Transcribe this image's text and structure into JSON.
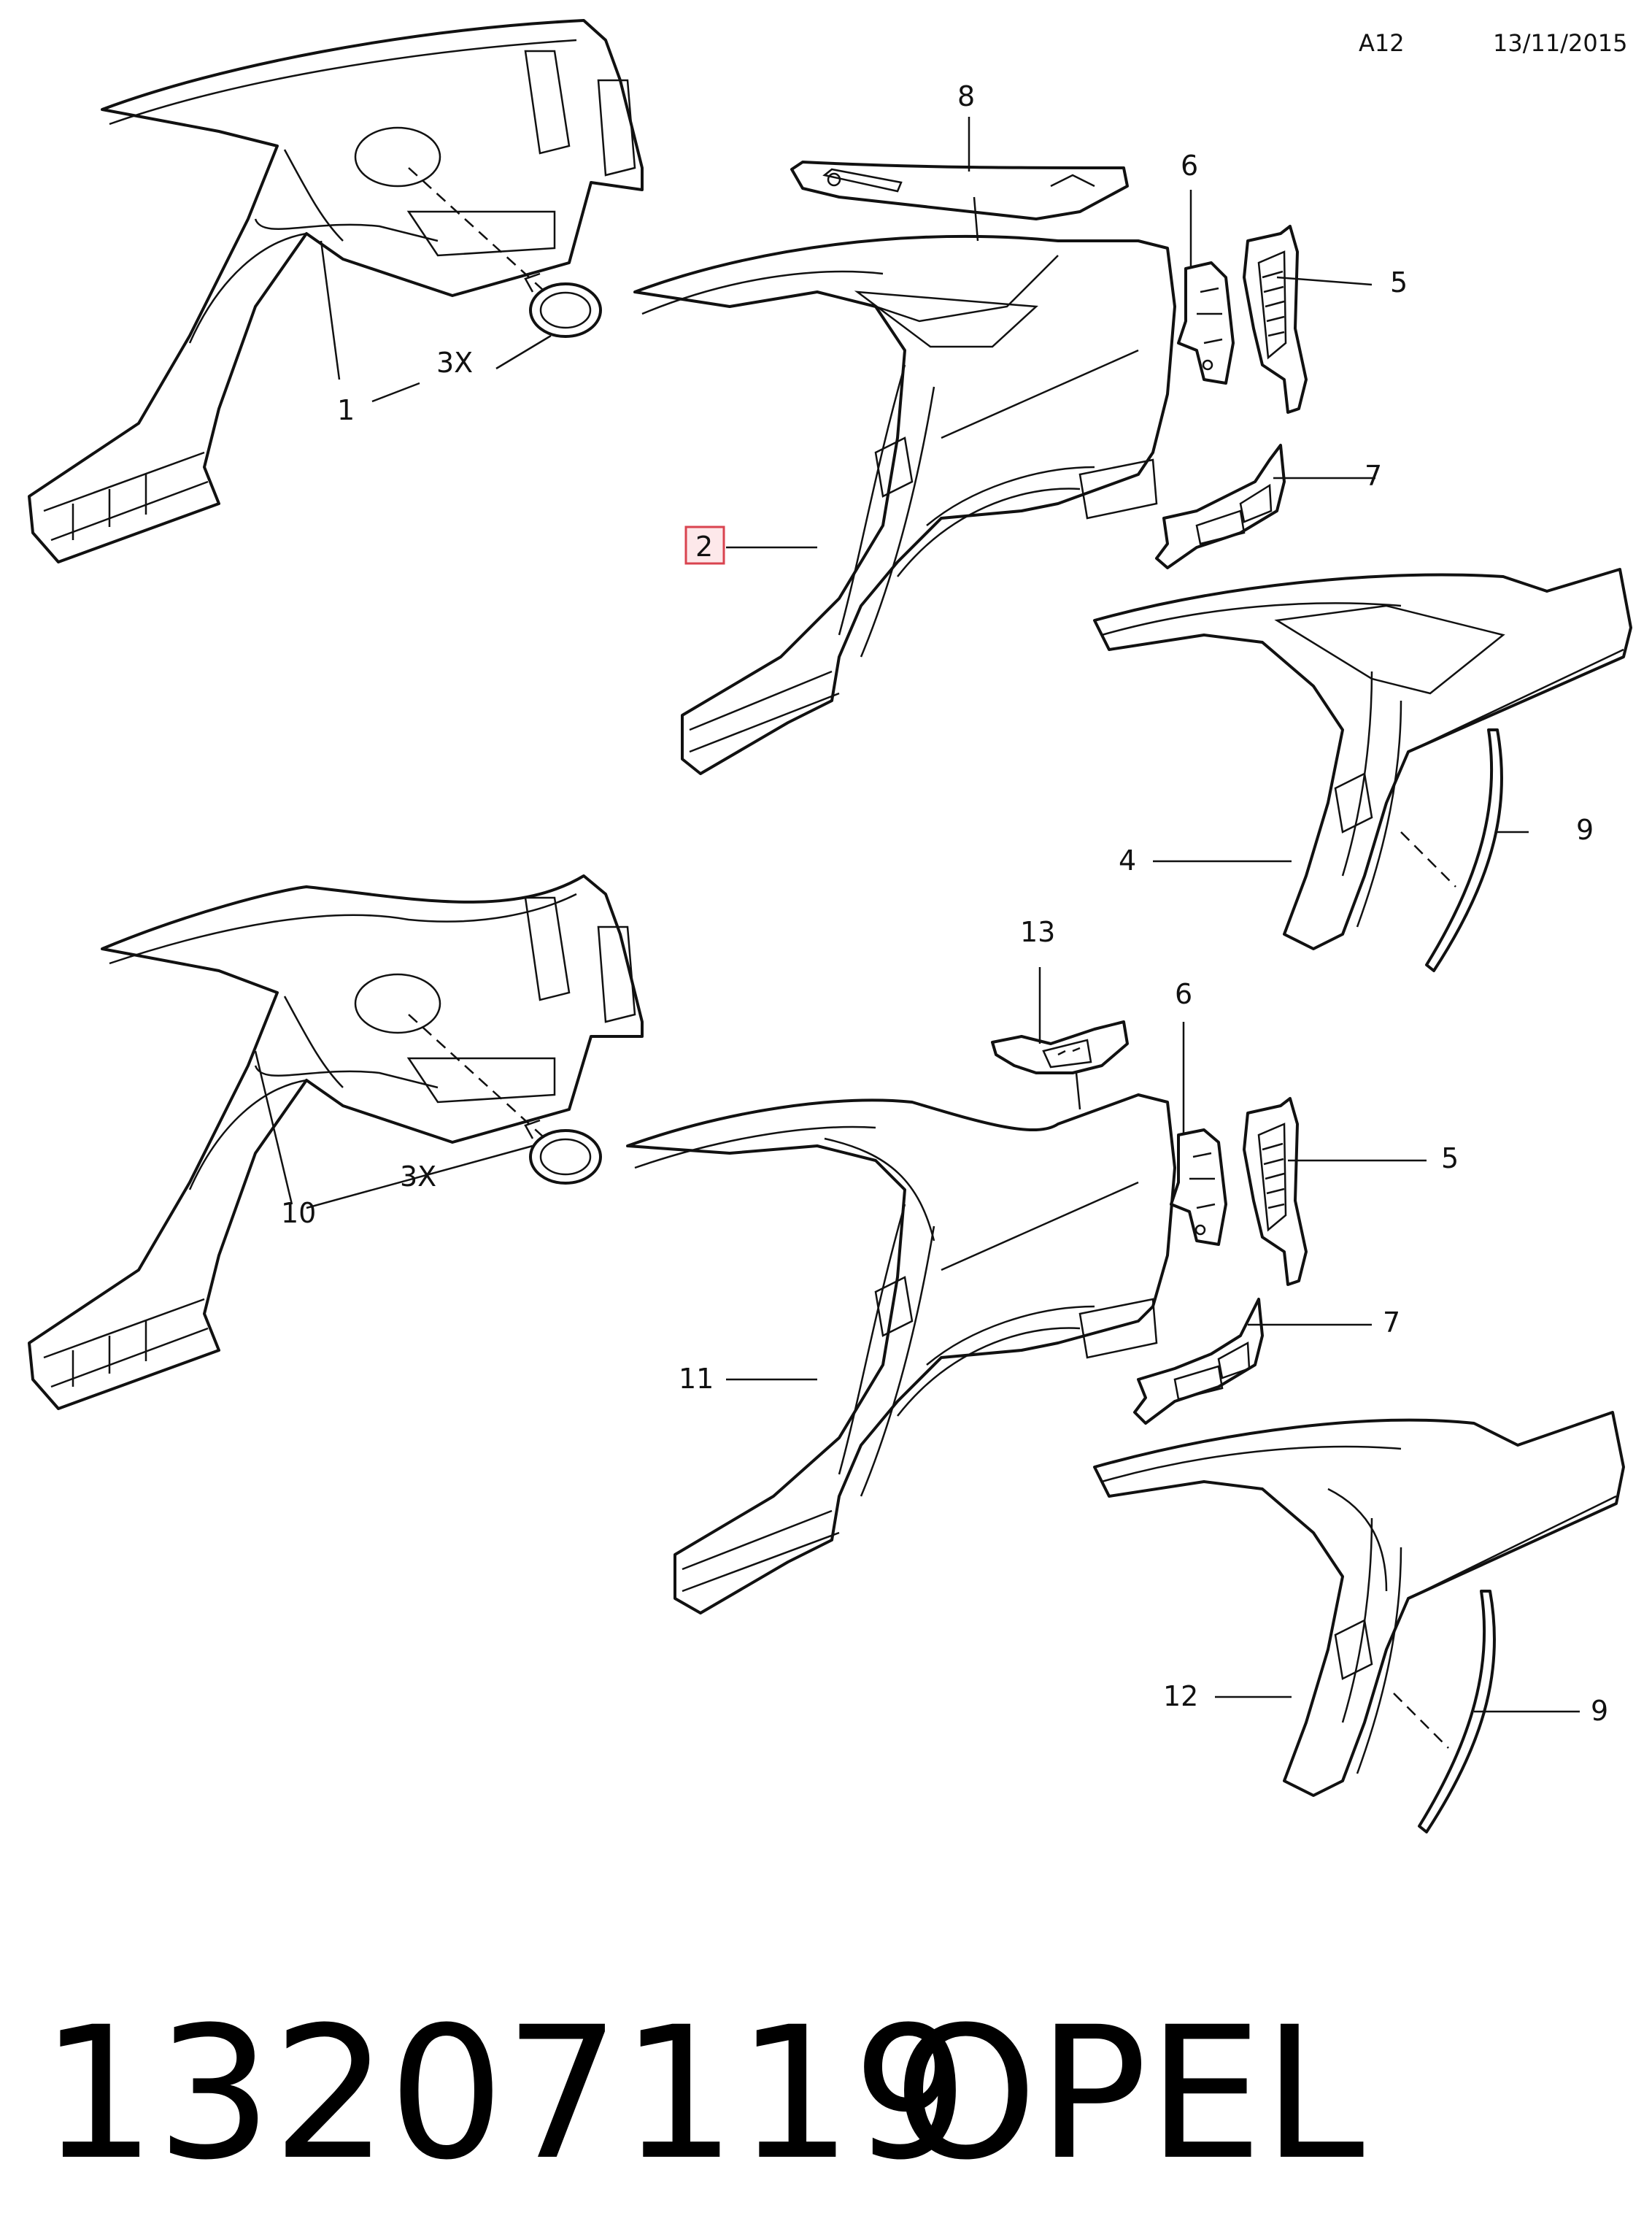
{
  "header": {
    "code": "A12",
    "date": "13/11/2015"
  },
  "callouts": {
    "c8": "8",
    "c6_top": "6",
    "c5_top": "5",
    "c7_top": "7",
    "c1": "1",
    "c3x_top": "3X",
    "c2": "2",
    "c4": "4",
    "c9_top": "9",
    "c13": "13",
    "c6_bottom": "6",
    "c5_bottom": "5",
    "c7_bottom": "7",
    "c10": "10",
    "c3x_bottom": "3X",
    "c11": "11",
    "c12": "12",
    "c9_bottom": "9"
  },
  "footer": {
    "part_number": "13207119",
    "brand": "OPEL"
  },
  "highlight": {
    "callout": "2",
    "fill": "#fde8ea",
    "stroke": "#d9434f"
  }
}
